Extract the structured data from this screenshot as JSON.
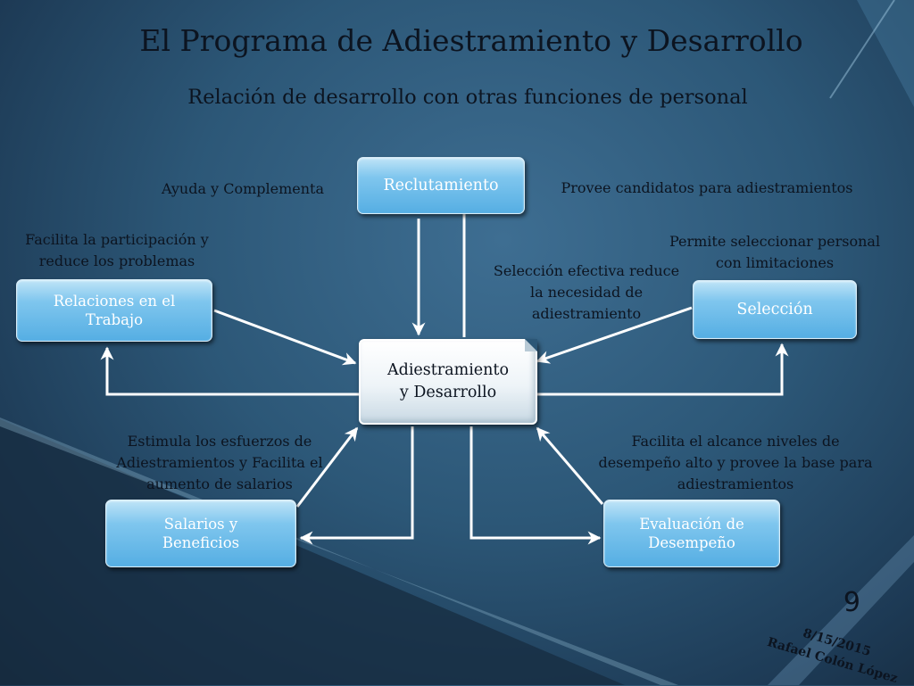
{
  "slide": {
    "title": "El Programa de Adiestramiento y Desarrollo",
    "subtitle": "Relación de desarrollo con otras funciones de personal",
    "number": "9",
    "date": "8/15/2015",
    "author": "Rafael Colón López"
  },
  "nodes": {
    "center": [
      "Adiestramiento",
      "y Desarrollo"
    ],
    "reclutamiento": "Reclutamiento",
    "seleccion": "Selección",
    "relaciones": [
      "Relaciones en el",
      "Trabajo"
    ],
    "salarios": [
      "Salarios y",
      "Beneficios"
    ],
    "evaluacion": [
      "Evaluación de",
      "Desempeño"
    ]
  },
  "notes": {
    "ayuda": "Ayuda y Complementa",
    "provee": "Provee candidatos para adiestramientos",
    "facilita_participacion": [
      "Facilita la participación y",
      "reduce los problemas"
    ],
    "permite": [
      "Permite seleccionar personal",
      "con limitaciones"
    ],
    "seleccion_efectiva": [
      "Selección efectiva reduce",
      "la necesidad de",
      "adiestramiento"
    ],
    "estimula": [
      "Estimula los esfuerzos de",
      "Adiestramientos y Facilita el",
      "aumento de salarios"
    ],
    "facilita_alcance": [
      "Facilita el alcance niveles de",
      "desempeño alto  y provee la base para",
      "adiestramientos"
    ]
  },
  "colors": {
    "background": "#2c5777",
    "box_fill": "#55aee3",
    "arrow": "#ffffff",
    "text": "#0c1420"
  }
}
